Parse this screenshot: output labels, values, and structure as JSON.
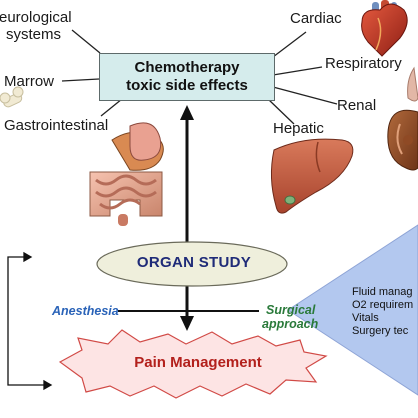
{
  "center": {
    "line1": "Chemotherapy",
    "line2": "toxic side effects"
  },
  "labels": {
    "neurological_1": "eurological",
    "neurological_2": "systems",
    "marrow": "Marrow",
    "gastrointestinal": "Gastrointestinal",
    "cardiac": "Cardiac",
    "respiratory": "Respiratory",
    "renal": "Renal",
    "hepatic": "Hepatic"
  },
  "organ_study": "ORGAN STUDY",
  "anesthesia": "Anesthesia",
  "surgical": {
    "line1": "Surgical",
    "line2": "approach"
  },
  "pain_management": "Pain Management",
  "diamond_items": [
    "Fluid manag",
    "O2 requirem",
    "Vitals",
    "Surgery tec"
  ],
  "colors": {
    "center_box_fill": "#d5ecec",
    "organ_text": "#1f2b78",
    "anesthesia_text": "#2a63b8",
    "surgical_text": "#2a7a3a",
    "pain_fill": "#fde4e4",
    "pain_text": "#b3201c",
    "diamond_fill": "#b3c8ef"
  }
}
